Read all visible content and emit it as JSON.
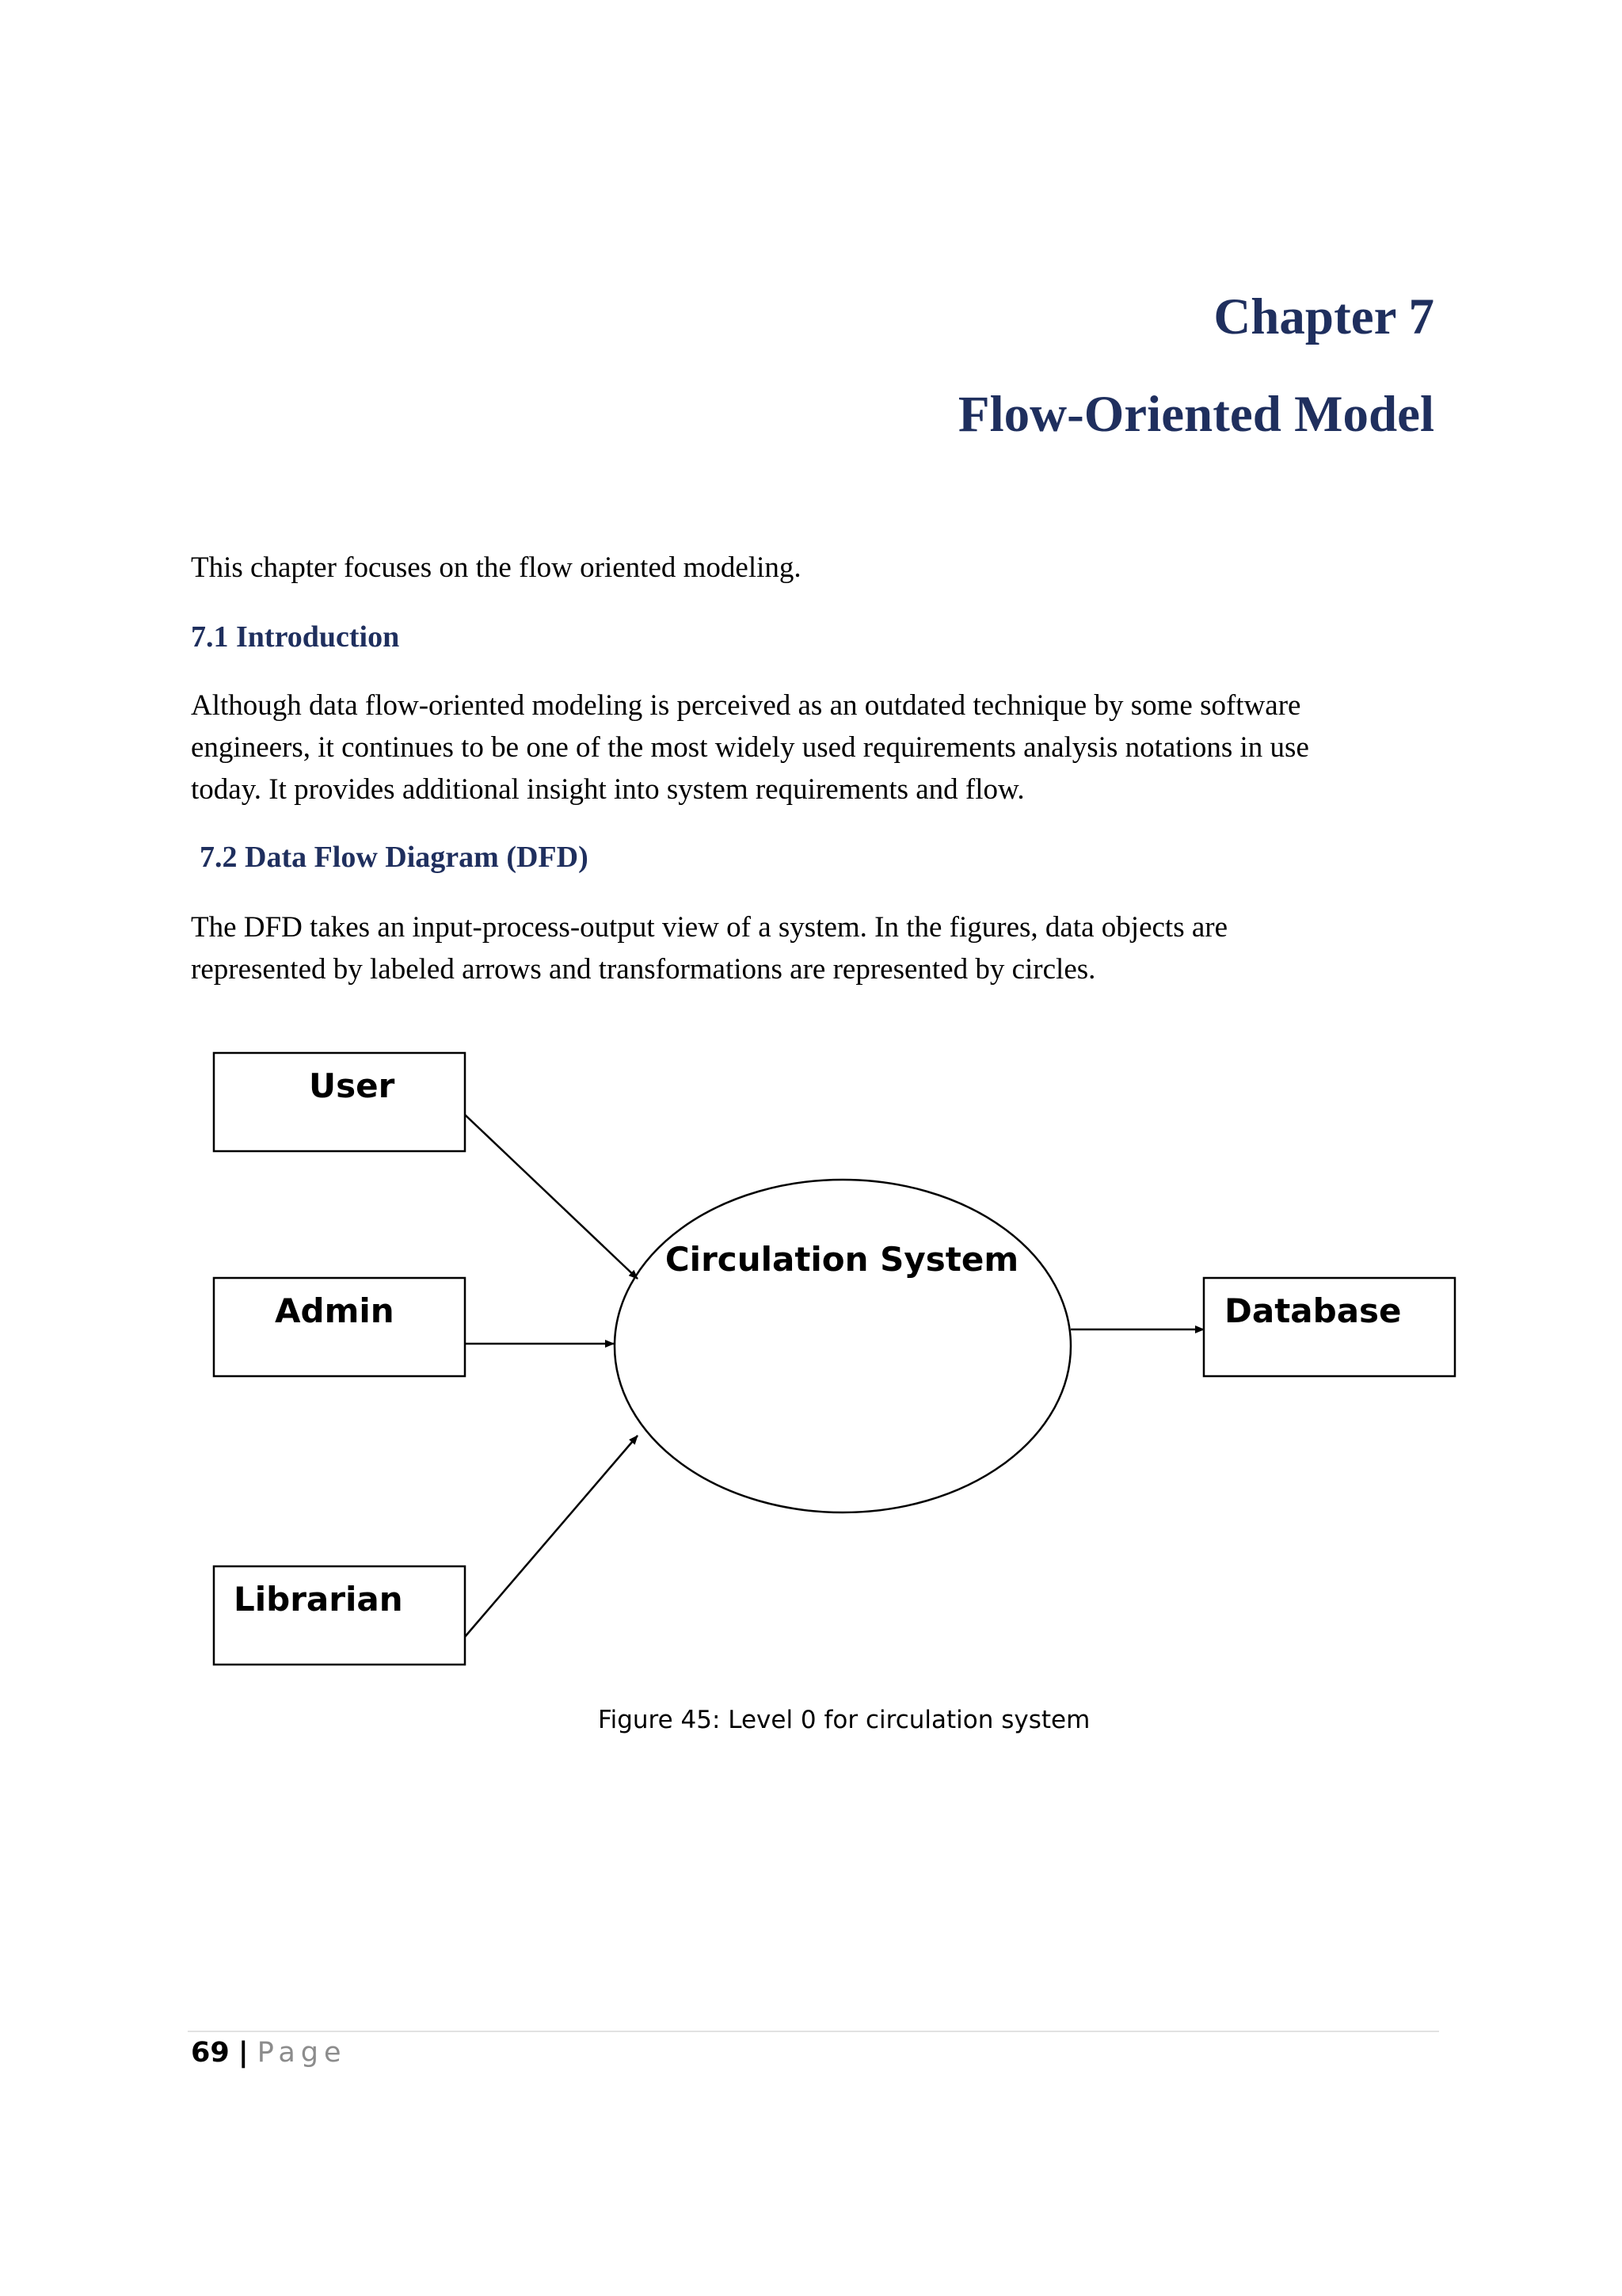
{
  "chapter": {
    "number": "Chapter 7",
    "title": "Flow-Oriented Model"
  },
  "intro_sentence": "This chapter focuses on the flow oriented modeling.",
  "sections": [
    {
      "heading": "7.1 Introduction",
      "lines": [
        "Although data flow-oriented modeling is perceived as an outdated technique by some software",
        "engineers, it continues to be one of the most widely used requirements analysis notations in use",
        "today. It provides additional insight into system requirements and flow."
      ]
    },
    {
      "heading": "7.2 Data Flow Diagram (DFD)",
      "lines": [
        "The DFD takes an input-process-output view of a system. In the figures, data objects are",
        "represented by labeled arrows and transformations are represented by circles."
      ]
    }
  ],
  "diagram": {
    "entities": {
      "user": "User",
      "admin": "Admin",
      "librarian": "Librarian",
      "database": "Database"
    },
    "process": "Circulation System"
  },
  "caption": "Figure 45: Level 0 for circulation system",
  "footer": {
    "page_number": "69",
    "separator": "|",
    "page_word": "Page"
  }
}
